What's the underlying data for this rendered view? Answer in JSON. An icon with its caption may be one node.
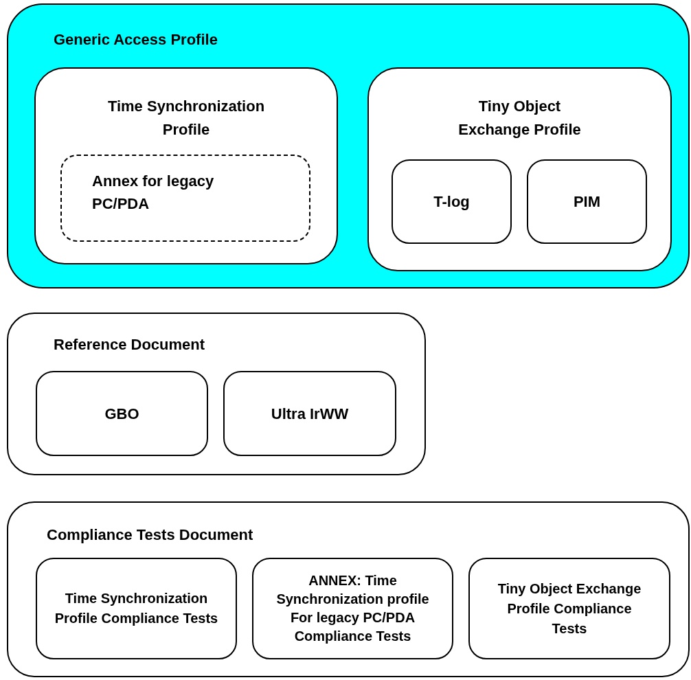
{
  "diagram": {
    "nodes": [
      {
        "text": [
          "Generic Access Profile"
        ]
      },
      {
        "text": [
          "Time Synchronization Profile"
        ],
        "in": 0
      },
      {
        "text": [
          "Annex for legacy PC/PDA"
        ],
        "in": 1
      },
      {
        "text": [
          "Tiny Object Exchange Profile"
        ],
        "in": 0
      },
      {
        "text": [
          "T-log"
        ],
        "in": 3
      },
      {
        "text": [
          "PIM"
        ],
        "in": 3
      },
      {
        "text": [
          "Reference Document"
        ]
      },
      {
        "text": [
          "GBO"
        ],
        "in": 6
      },
      {
        "text": [
          "Ultra IrWW"
        ],
        "in": 6
      },
      {
        "text": [
          "Compliance Tests Document"
        ]
      },
      {
        "text": [
          "Time Synchronization Profile Compliance Tests"
        ],
        "in": 9
      },
      {
        "text": [
          "ANNEX: Time Synchronization profile For legacy PC/PDA Compliance Tests"
        ],
        "in": 9
      },
      {
        "text": [
          "Tiny Object Exchange Profile Compliance Tests"
        ],
        "in": 9
      }
    ]
  }
}
